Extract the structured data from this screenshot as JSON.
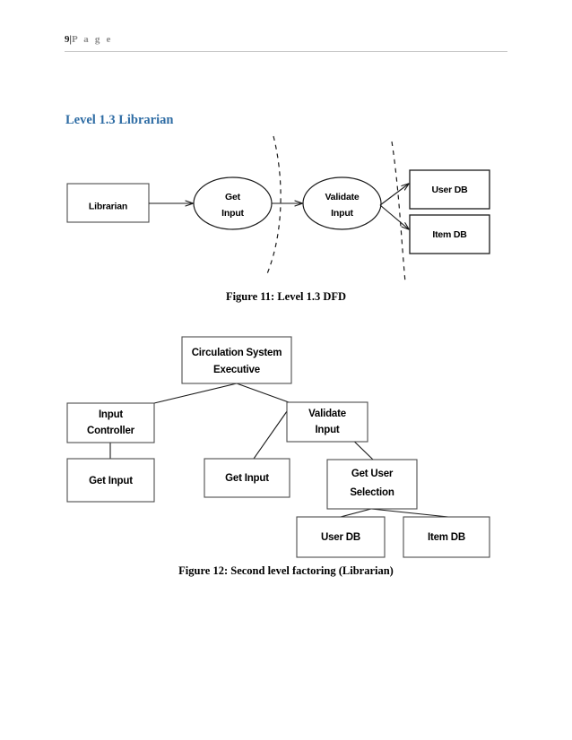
{
  "page": {
    "number": "9",
    "separator": "|",
    "label": "P a g e"
  },
  "section": {
    "title": "Level 1.3 Librarian"
  },
  "figures": [
    {
      "id": "figure-11",
      "caption": "Figure 11: Level 1.3 DFD",
      "type": "data-flow-diagram",
      "nodes": {
        "external_entity": "Librarian",
        "process_1": {
          "line1": "Get",
          "line2": "Input"
        },
        "process_2": {
          "line1": "Validate",
          "line2": "Input"
        },
        "datastore_1": "User DB",
        "datastore_2": "Item DB"
      }
    },
    {
      "id": "figure-12",
      "caption": "Figure 12: Second level factoring (Librarian)",
      "type": "structure-chart",
      "nodes": {
        "root": {
          "line1": "Circulation System",
          "line2": "Executive"
        },
        "input_controller": {
          "line1": "Input",
          "line2": "Controller"
        },
        "get_input_left": "Get Input",
        "validate_input": {
          "line1": "Validate",
          "line2": "Input"
        },
        "get_input_mid": "Get Input",
        "get_user_selection": {
          "line1": "Get User",
          "line2": "Selection"
        },
        "user_db": "User DB",
        "item_db": "Item DB"
      }
    }
  ],
  "colors": {
    "heading": "#2e6ca4",
    "rule": "#c8c8c8",
    "stroke": "#1a1a1a",
    "page_label": "#8d8d8d"
  }
}
